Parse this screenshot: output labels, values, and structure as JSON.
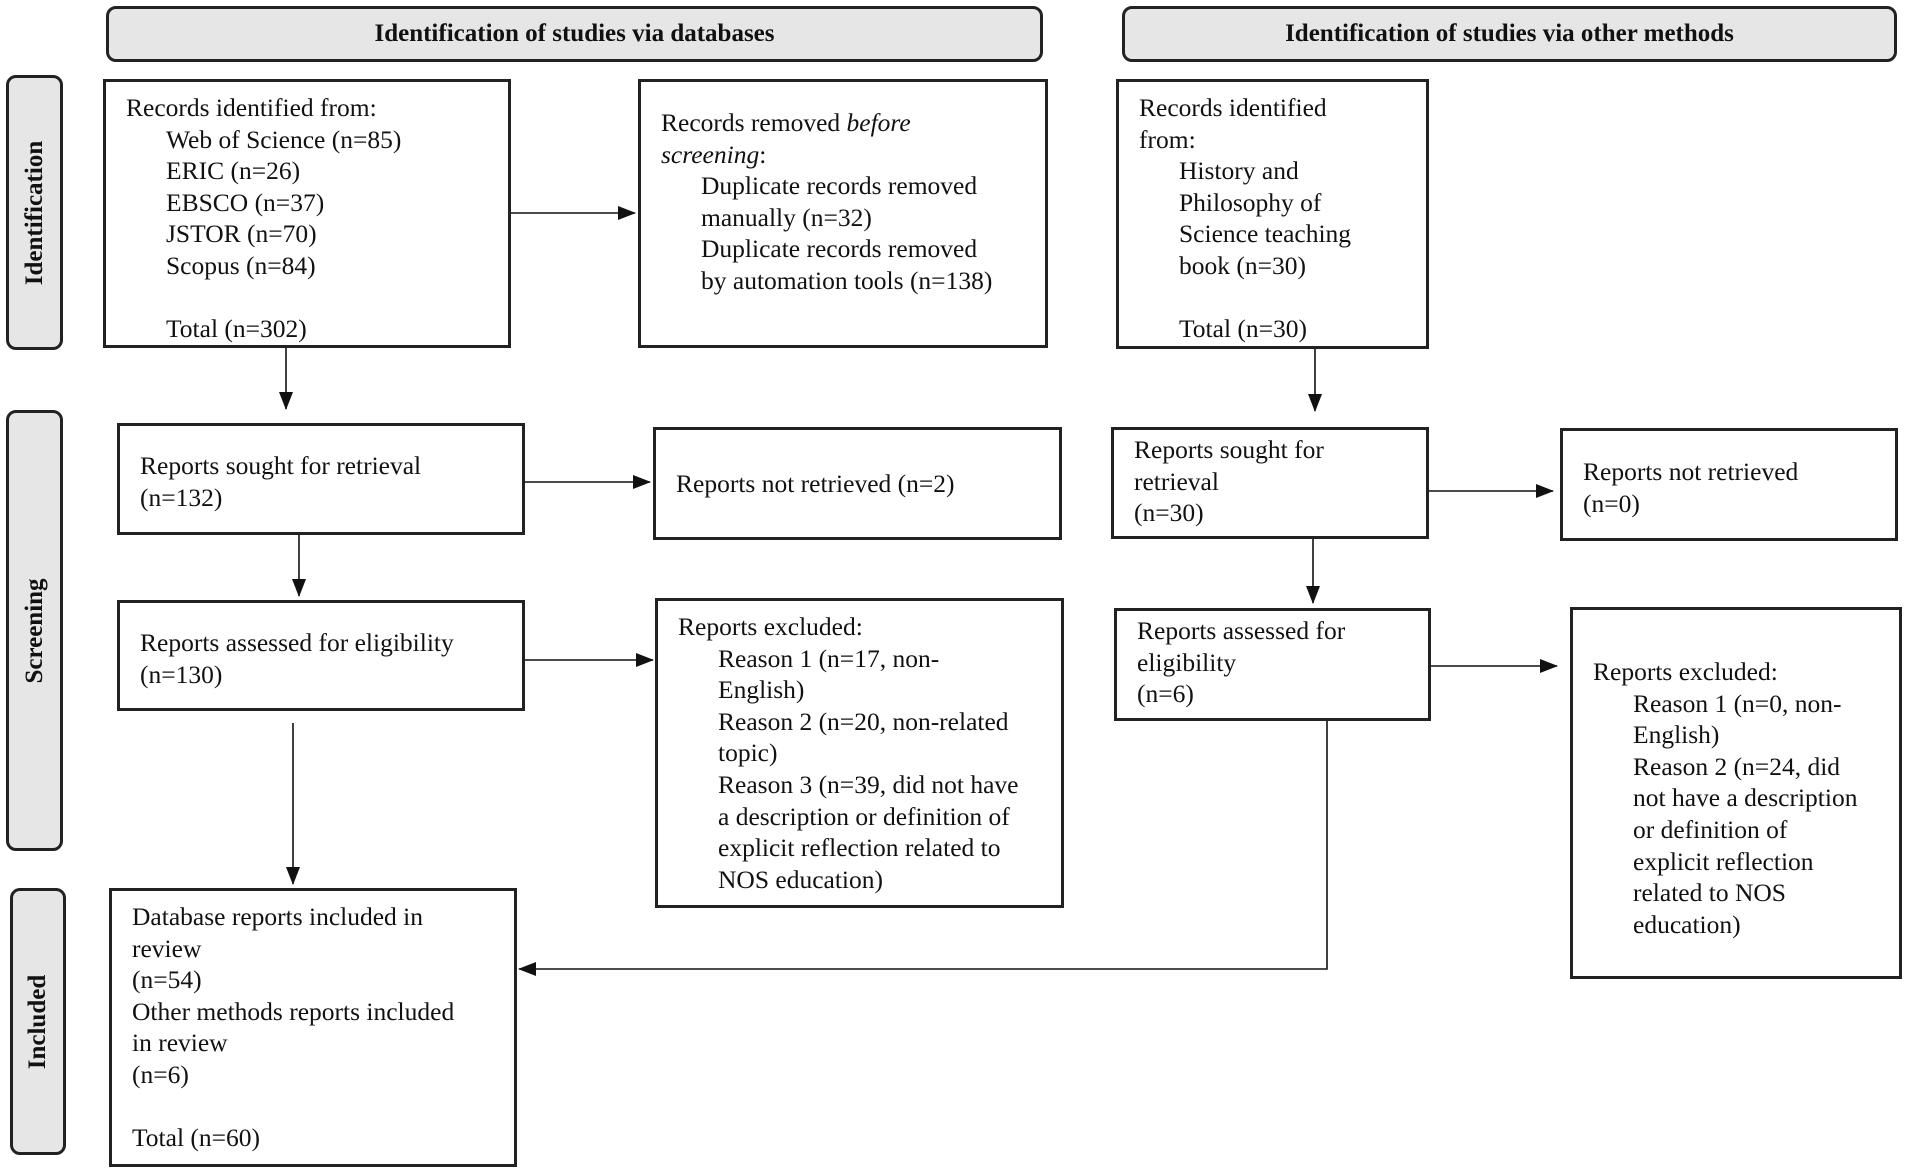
{
  "headers": {
    "databases": "Identification of studies via databases",
    "other": "Identification of studies via other methods"
  },
  "phases": {
    "identification": "Identification",
    "screening": "Screening",
    "included": "Included"
  },
  "db_records": {
    "title": "Records identified from:",
    "sources": [
      "Web of Science (n=85)",
      "ERIC (n=26)",
      "EBSCO (n=37)",
      "JSTOR (n=70)",
      "Scopus (n=84)"
    ],
    "total": "Total (n=302)"
  },
  "db_removed": {
    "title_a": "Records removed ",
    "title_b": "before",
    "title_c": "screening",
    ":": ":",
    "lines": [
      "Duplicate records removed",
      "manually (n=32)",
      "Duplicate records removed",
      "by automation tools (n=138)"
    ]
  },
  "other_records": {
    "lines": [
      "Records identified",
      "from:"
    ],
    "sources": [
      "History and",
      "Philosophy of",
      "Science teaching",
      "book (n=30)"
    ],
    "total": "Total (n=30)"
  },
  "db_sought": {
    "lines": [
      "Reports sought for retrieval",
      "(n=132)"
    ]
  },
  "db_not_retrieved": {
    "lines": [
      "Reports not retrieved (n=2)"
    ]
  },
  "other_sought": {
    "lines": [
      "Reports sought for",
      "retrieval",
      "(n=30)"
    ]
  },
  "other_not_retrieved": {
    "lines": [
      "Reports not retrieved",
      "(n=0)"
    ]
  },
  "db_assessed": {
    "lines": [
      "Reports assessed for eligibility",
      "(n=130)"
    ]
  },
  "db_excluded": {
    "title": "Reports excluded:",
    "reasons": [
      "Reason 1 (n=17, non-",
      "English)",
      "Reason 2 (n=20, non-related",
      "topic)",
      "Reason 3 (n=39, did not have",
      "a description or definition of",
      "explicit reflection related to",
      "NOS education)"
    ]
  },
  "other_assessed": {
    "lines": [
      "Reports assessed for",
      "eligibility",
      "(n=6)"
    ]
  },
  "other_excluded": {
    "title": "Reports excluded:",
    "reasons": [
      "Reason 1 (n=0, non-",
      "English)",
      "Reason 2 (n=24, did",
      "not have a description",
      "or definition of",
      "explicit reflection",
      "related to NOS",
      "education)"
    ]
  },
  "included": {
    "lines": [
      "Database reports included in",
      "review",
      "(n=54)",
      "Other methods reports included",
      "in review",
      "(n=6)"
    ],
    "total": "Total (n=60)"
  }
}
